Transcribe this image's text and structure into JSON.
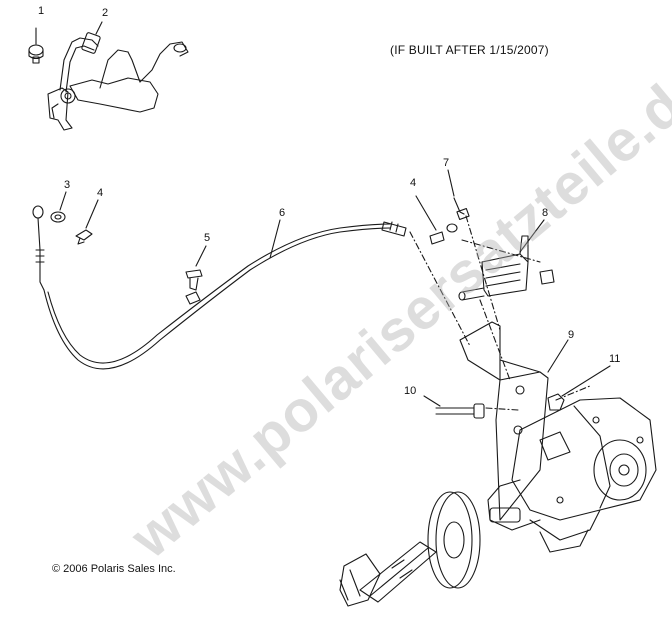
{
  "header": {
    "build_note": "(IF BUILT AFTER 1/15/2007)"
  },
  "footer": {
    "copyright": "© 2006 Polaris Sales Inc."
  },
  "watermark": {
    "text": "www.polarisersatzteile.de"
  },
  "callouts": {
    "c1": "1",
    "c2": "2",
    "c3": "3",
    "c4a": "4",
    "c4b": "4",
    "c5": "5",
    "c6": "6",
    "c7": "7",
    "c8": "8",
    "c9": "9",
    "c10": "10",
    "c11": "11"
  },
  "parts": {
    "1": "bolt",
    "2": "parking-brake-lever-assembly",
    "3": "washer",
    "4": "clip",
    "5": "push-rivet",
    "6": "brake-cable",
    "7": "bolt",
    "8": "cable-bracket-clamp",
    "9": "mounting-bracket",
    "10": "bolt",
    "11": "nut"
  },
  "colors": {
    "line": "#1a1a1a",
    "watermark": "#afafaf"
  }
}
